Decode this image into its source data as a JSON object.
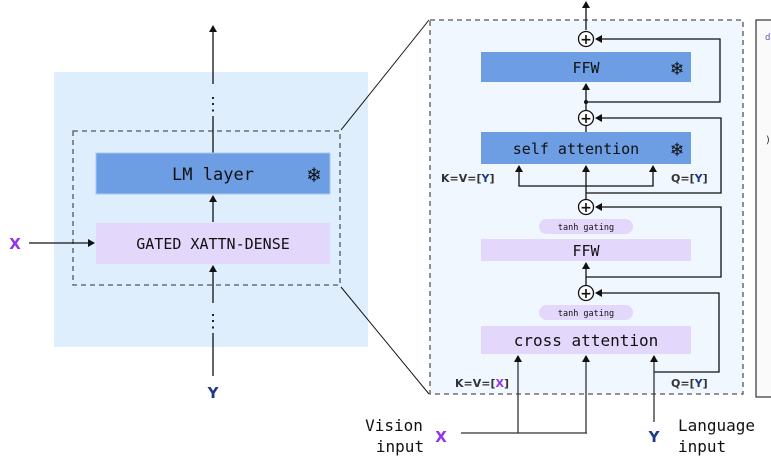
{
  "colors": {
    "outer_panel": "#deeefd",
    "zoom_panel": "#f0f7ff",
    "frozen_block": "#6d9ee4",
    "trainable_block": "#e3d7fb",
    "x_color": "#9333ea",
    "y_color": "#1e3a8a",
    "line": "#111111"
  },
  "left": {
    "lm_layer_label": "LM layer",
    "gated_label": "GATED XATTN-DENSE",
    "x_label": "X",
    "y_label": "Y",
    "frozen_icon": "snowflake-icon",
    "ellipsis": "⋮"
  },
  "right": {
    "ffw_frozen_label": "FFW",
    "self_attention_label": "self attention",
    "ffw_gated_label": "FFW",
    "cross_attention_label": "cross attention",
    "tanh_gating_label": "tanh gating",
    "self_kv_prefix": "K=V=[",
    "self_kv_var": "Y",
    "self_q_prefix": "Q=[",
    "self_q_var": "Y",
    "cross_kv_prefix": "K=V=[",
    "cross_kv_var": "X",
    "cross_q_prefix": "Q=[",
    "cross_q_var": "Y",
    "bracket_close": "]",
    "plus_symbol": "+"
  },
  "bottom": {
    "vision_line1": "Vision",
    "vision_line2": "input",
    "x_label": "X",
    "y_label": "Y",
    "language_line1": "Language",
    "language_line2": "input"
  },
  "code_panel": {
    "fragment_top": "d",
    "fragment_paren": ")"
  }
}
